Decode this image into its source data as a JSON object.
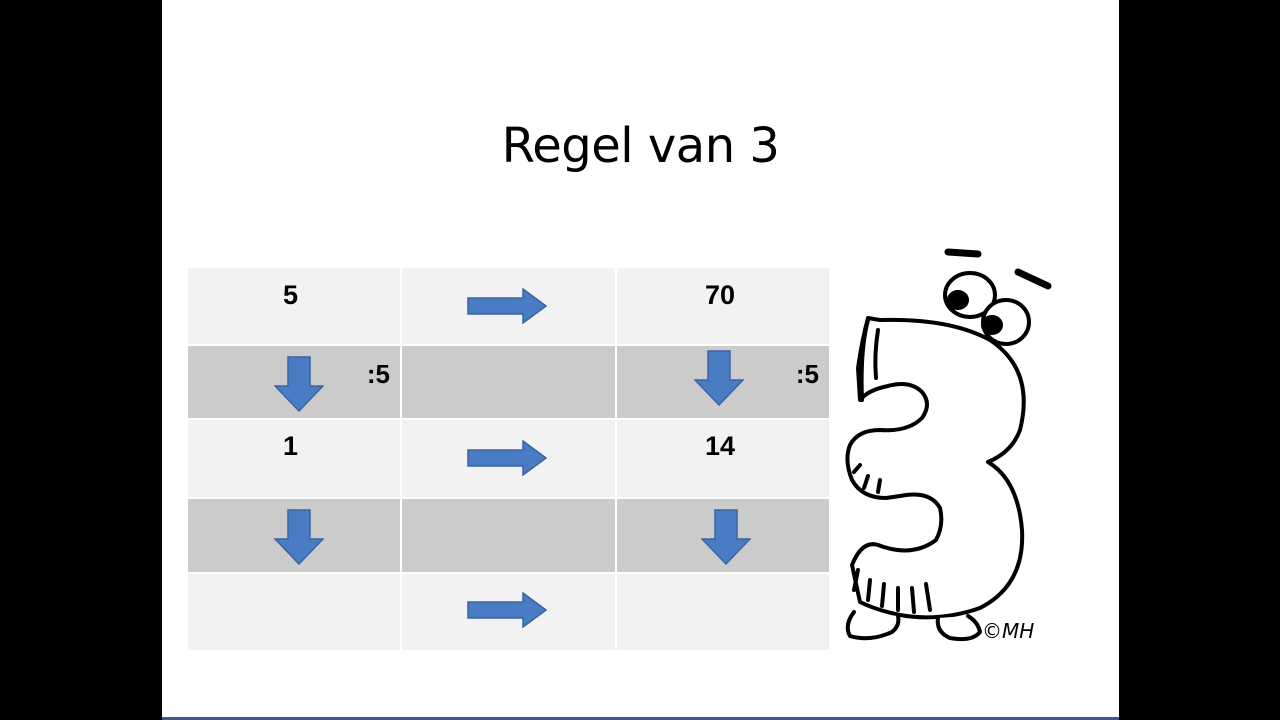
{
  "slide": {
    "title": "Regel van 3",
    "table": {
      "rows": [
        {
          "left": "5",
          "right": "70"
        },
        {
          "left_divisor": ":5",
          "right_divisor": ":5"
        },
        {
          "left": "1",
          "right": "14"
        },
        {},
        {}
      ]
    },
    "mascot": {
      "icon": "number-three-cartoon-icon",
      "signature": "©MH"
    }
  },
  "colors": {
    "arrow_fill": "#4a7cc4",
    "arrow_stroke": "#3a64a3",
    "row_light": "#f2f2f2",
    "row_dark": "#cbcbcb"
  }
}
